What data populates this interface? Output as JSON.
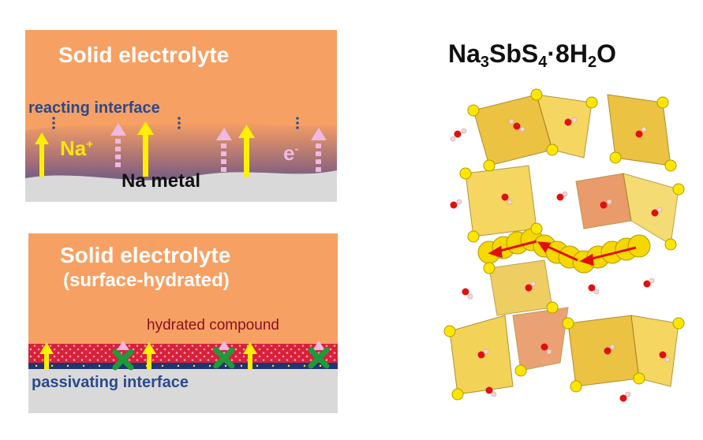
{
  "top_panel": {
    "title": "Solid electrolyte",
    "interface_label": "reacting interface",
    "metal_label": "Na metal",
    "ion_label": "Na",
    "ion_charge": "+",
    "electron_label": "e",
    "electron_charge": "-"
  },
  "bottom_panel": {
    "title": "Solid electrolyte",
    "subtitle": "(surface-hydrated)",
    "compound_label": "hydrated compound",
    "interface_label": "passivating interface"
  },
  "structure": {
    "formula_parts": [
      "Na",
      "3",
      "SbS",
      "4",
      "·8H",
      "2",
      "O"
    ]
  },
  "colors": {
    "electrolyte": "#f7a063",
    "metal": "#d9d9d9",
    "interface_blue": "#2f4f8f",
    "sodium_arrow": "#ffef00",
    "electron_arrow": "#f0b8e4",
    "hydrated_layer": "#d8203a",
    "blocked_mark": "#1e9a3a"
  },
  "icons": [
    "up-arrow-icon",
    "dashed-up-arrow-icon",
    "blocked-x-icon"
  ]
}
